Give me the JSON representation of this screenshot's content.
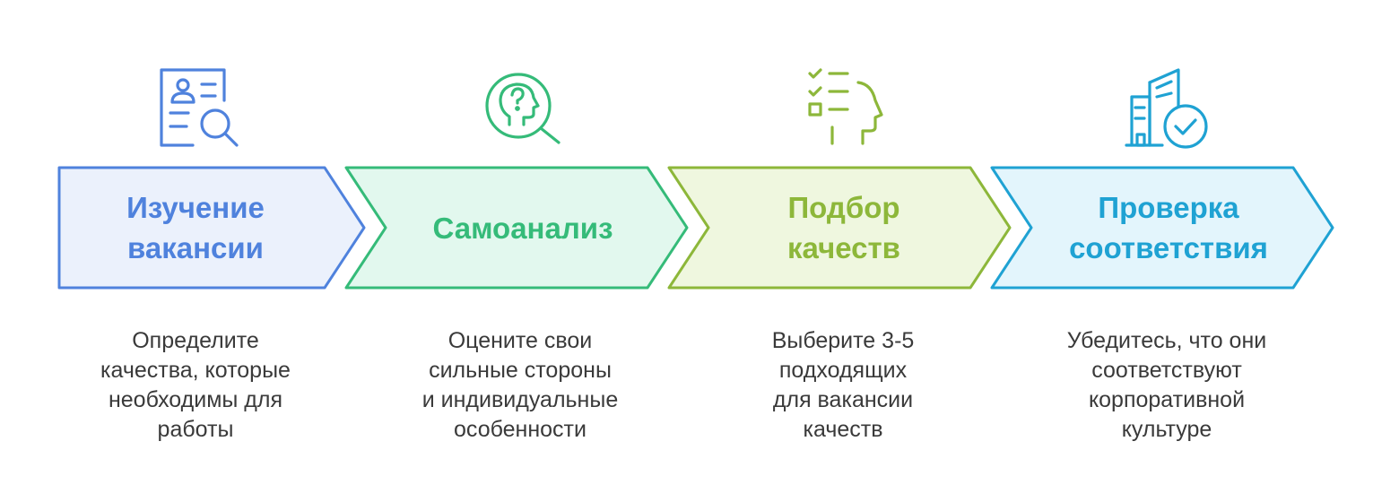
{
  "colors": {
    "blue": "#4f82dd",
    "blue_fill": "#ebf1fc",
    "green": "#35bb79",
    "green_fill": "#e2f8ee",
    "lime": "#8db73a",
    "lime_fill": "#eff7df",
    "cyan": "#1fa2d3",
    "cyan_fill": "#e3f5fc"
  },
  "steps": [
    {
      "icon": "vacancy-search-icon",
      "title_line1": "Изучение",
      "title_line2": "вакансии",
      "description": "Определите\nкачества, которые\nнеобходимы для\nработы"
    },
    {
      "icon": "self-analysis-icon",
      "title_line1": "Самоанализ",
      "title_line2": "",
      "description": "Оцените свои\nсильные стороны\nи индивидуальные\nособенности"
    },
    {
      "icon": "checklist-head-icon",
      "title_line1": "Подбор",
      "title_line2": "качеств",
      "description": "Выберите 3-5\nподходящих\nдля вакансии\nкачеств"
    },
    {
      "icon": "company-check-icon",
      "title_line1": "Проверка",
      "title_line2": "соответствия",
      "description": "Убедитесь, что они\nсоответствуют\nкорпоративной\nкультуре"
    }
  ]
}
